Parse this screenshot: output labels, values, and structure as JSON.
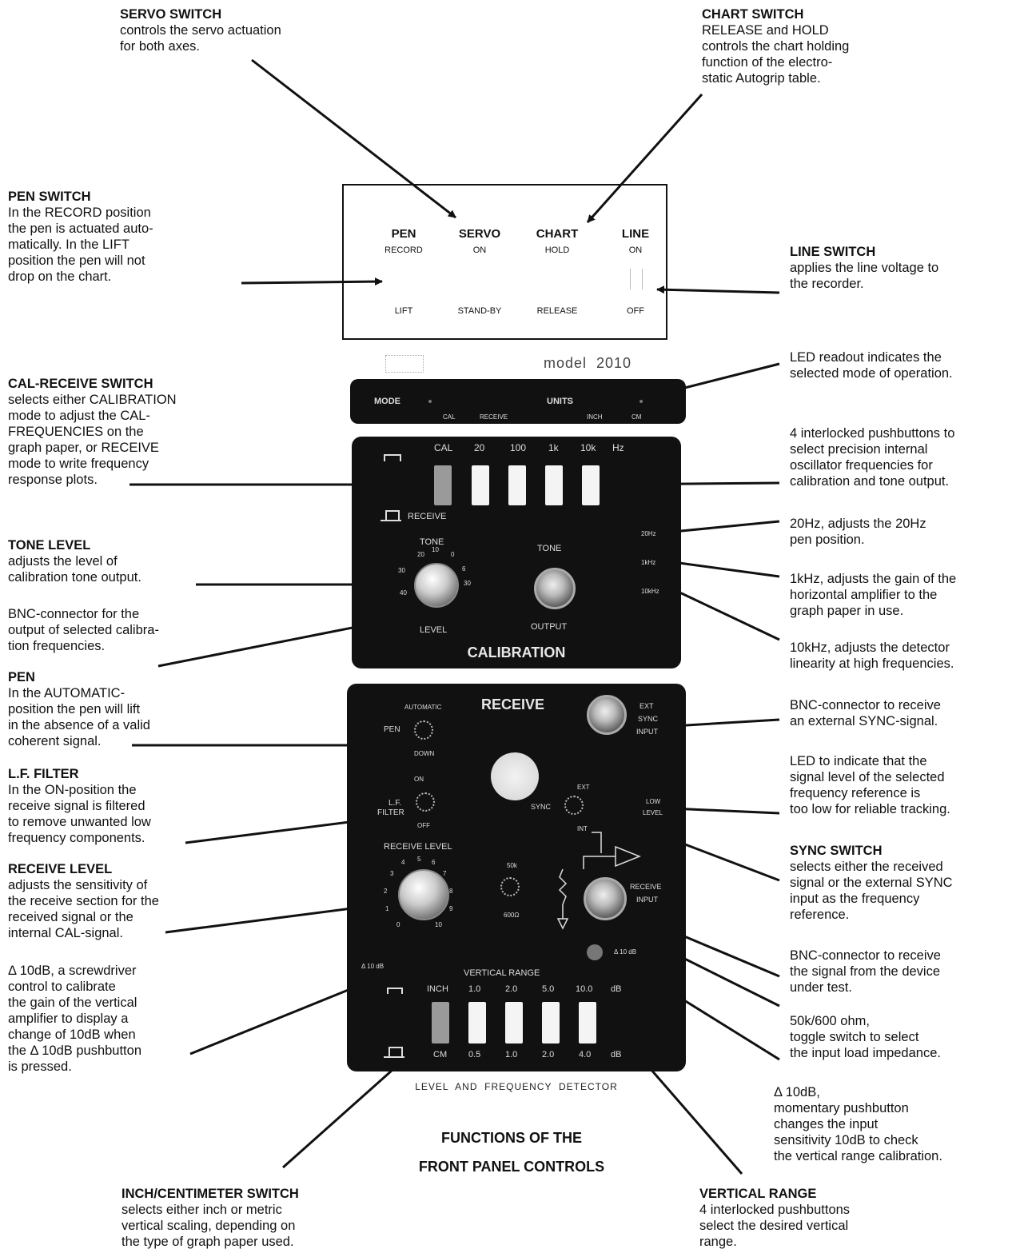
{
  "annotations": {
    "servo": {
      "title": "SERVO SWITCH",
      "body": "controls the servo actuation\nfor both axes."
    },
    "chart": {
      "title": "CHART SWITCH",
      "body": "RELEASE and HOLD\ncontrols the chart holding\nfunction of the electro-\nstatic Autogrip table."
    },
    "pen_switch": {
      "title": "PEN SWITCH",
      "body": "In the RECORD position\nthe pen is actuated auto-\nmatically. In the LIFT\nposition the pen will not\ndrop on the chart."
    },
    "line": {
      "title": "LINE SWITCH",
      "body": "applies the line voltage to\nthe recorder."
    },
    "led_readout": {
      "body": "LED readout indicates the\nselected mode of operation."
    },
    "cal_receive": {
      "title": "CAL-RECEIVE SWITCH",
      "body": "selects either CALIBRATION\nmode to adjust the CAL-\nFREQUENCIES on the\ngraph paper, or RECEIVE\nmode to write frequency\nresponse plots."
    },
    "pushbuttons4": {
      "body": "4 interlocked pushbuttons to\nselect precision internal\noscillator frequencies for\ncalibration and tone output."
    },
    "hz20": {
      "body": "20Hz, adjusts the 20Hz\npen position."
    },
    "tone_level": {
      "title": "TONE LEVEL",
      "body": "adjusts the level of\ncalibration tone output."
    },
    "khz1": {
      "body": "1kHz, adjusts the gain of the\nhorizontal amplifier to the\ngraph paper in use."
    },
    "bnc_output": {
      "body": "BNC-connector for the\noutput of selected calibra-\ntion frequencies."
    },
    "khz10": {
      "body": "10kHz, adjusts the detector\nlinearity at high frequencies."
    },
    "pen": {
      "title": "PEN",
      "body": "In the AUTOMATIC-\nposition the pen will lift\nin the absence of a valid\ncoherent signal."
    },
    "bnc_sync": {
      "body": "BNC-connector to receive\nan external SYNC-signal."
    },
    "lf_filter": {
      "title": "L.F. FILTER",
      "body": "In the ON-position the\nreceive signal is filtered\nto remove unwanted low\nfrequency components."
    },
    "led_low": {
      "body": "LED to indicate that the\nsignal level of the selected\nfrequency reference is\ntoo low for reliable tracking."
    },
    "receive_level": {
      "title": "RECEIVE LEVEL",
      "body": "adjusts the sensitivity of\nthe receive section for the\nreceived signal or the\ninternal CAL-signal."
    },
    "sync_switch": {
      "title": "SYNC SWITCH",
      "body": "selects either the received\nsignal or the external SYNC\ninput as the frequency\nreference."
    },
    "delta10_screw": {
      "body": "Δ 10dB, a screwdriver\ncontrol to calibrate\nthe gain of the vertical\namplifier to display a\nchange of 10dB when\nthe Δ 10dB pushbutton\nis pressed."
    },
    "bnc_receive": {
      "body": "BNC-connector to receive\nthe signal from the device\nunder test."
    },
    "impedance": {
      "body": "50k/600 ohm,\ntoggle switch to select\nthe input load impedance."
    },
    "delta10_push": {
      "body": "Δ 10dB,\nmomentary pushbutton\nchanges the input\nsensitivity 10dB to check\nthe vertical range calibration."
    },
    "inch_cm": {
      "title": "INCH/CENTIMETER SWITCH",
      "body": "selects either inch or metric\nvertical scaling, depending on\nthe type of graph paper used."
    },
    "vertical_range": {
      "title": "VERTICAL RANGE",
      "body": "4 interlocked pushbuttons\nselect the desired vertical\nrange."
    }
  },
  "caption": {
    "line1": "FUNCTIONS OF THE",
    "line2": "FRONT PANEL CONTROLS"
  },
  "top_panel": {
    "switches": [
      {
        "name": "PEN",
        "top": "RECORD",
        "bottom": "LIFT"
      },
      {
        "name": "SERVO",
        "top": "ON",
        "bottom": "STAND-BY"
      },
      {
        "name": "CHART",
        "top": "HOLD",
        "bottom": "RELEASE"
      },
      {
        "name": "LINE",
        "top": "ON",
        "bottom": "OFF"
      }
    ]
  },
  "model": {
    "text": "model  2010"
  },
  "mode_panel": {
    "mode": "MODE",
    "cal": "CAL",
    "receive": "RECEIVE",
    "units": "UNITS",
    "inch": "INCH",
    "cm": "CM"
  },
  "cal_panel": {
    "buttons": [
      "CAL",
      "20",
      "100",
      "1k",
      "10k"
    ],
    "hz": "Hz",
    "receive": "RECEIVE",
    "tone_top": "TONE",
    "level": "LEVEL",
    "tone_right": "TONE",
    "output": "OUTPUT",
    "dial": [
      "20",
      "10",
      "0",
      "6",
      "30",
      "40",
      "30"
    ],
    "trim_20": "20Hz",
    "trim_1k": "1kHz",
    "trim_10k": "10kHz",
    "title": "CALIBRATION"
  },
  "receive_panel": {
    "title": "RECEIVE",
    "automatic": "AUTOMATIC",
    "pen": "PEN",
    "down": "DOWN",
    "on": "ON",
    "lf": "L.F.",
    "filter": "FILTER",
    "off": "OFF",
    "ext_sync_input": [
      "EXT",
      "SYNC",
      "INPUT"
    ],
    "ext": "EXT",
    "sync": "SYNC",
    "int": "INT",
    "low_level": [
      "LOW",
      "LEVEL"
    ],
    "receive_level": "RECEIVE  LEVEL",
    "dial": [
      "4",
      "5",
      "6",
      "3",
      "7",
      "2",
      "8",
      "1",
      "9",
      "0",
      "10"
    ],
    "z50k": "50k",
    "z600": "600Ω",
    "receive_input": [
      "RECEIVE",
      "INPUT"
    ],
    "d10_left": "Δ 10 dB",
    "d10_right": "Δ 10 dB",
    "vertical_range": "VERTICAL  RANGE",
    "inch": "INCH",
    "inch_values": [
      "1.0",
      "2.0",
      "5.0",
      "10.0"
    ],
    "db": "dB",
    "cm": "CM",
    "cm_values": [
      "0.5",
      "1.0",
      "2.0",
      "4.0"
    ],
    "db2": "dB"
  },
  "footer": {
    "label": "LEVEL  AND  FREQUENCY  DETECTOR"
  }
}
